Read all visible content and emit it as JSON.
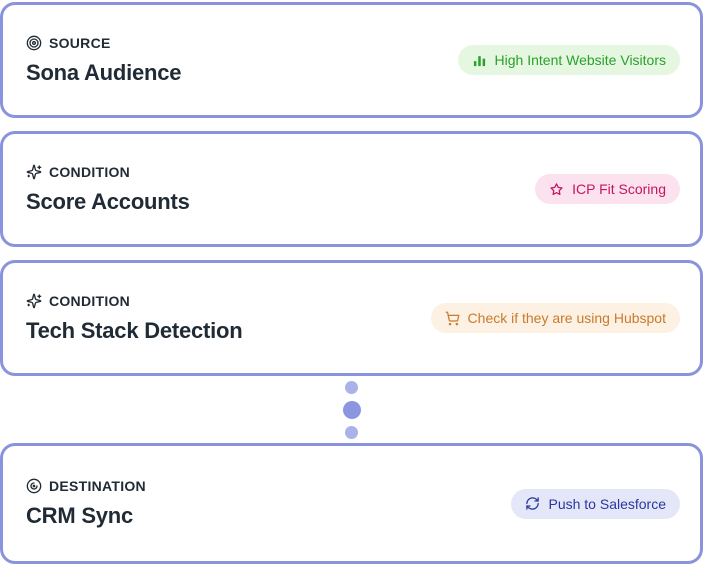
{
  "workflow": {
    "cards": [
      {
        "type_label": "SOURCE",
        "icon": "target-icon",
        "title": "Sona Audience",
        "badge": {
          "icon": "bar-chart-icon",
          "label": "High Intent Website Visitors",
          "text_color": "#2ba02b",
          "bg_color": "#e5f7e1"
        }
      },
      {
        "type_label": "CONDITION",
        "icon": "sparkles-icon",
        "title": "Score Accounts",
        "badge": {
          "icon": "star-icon",
          "label": "ICP Fit Scoring",
          "text_color": "#c31562",
          "bg_color": "#fbe2ee"
        }
      },
      {
        "type_label": "CONDITION",
        "icon": "sparkles-icon",
        "title": "Tech Stack Detection",
        "badge": {
          "icon": "shopping-cart-icon",
          "label": "Check if they are using Hubspot",
          "text_color": "#c87b2e",
          "bg_color": "#fcf1e2"
        }
      },
      {
        "type_label": "DESTINATION",
        "icon": "goal-icon",
        "title": "CRM Sync",
        "badge": {
          "icon": "sync-icon",
          "label": "Push to Salesforce",
          "text_color": "#2a37a0",
          "bg_color": "#e4e7f8"
        }
      }
    ],
    "connector": {
      "dot_count": 3,
      "outer_dot_color": "#a9b2e9",
      "middle_dot_color": "#8c96e0"
    },
    "theme": {
      "card_border_color": "#8a93de",
      "card_bg_color": "#ffffff",
      "text_color": "#212b36",
      "page_bg_color": "#ffffff"
    }
  }
}
